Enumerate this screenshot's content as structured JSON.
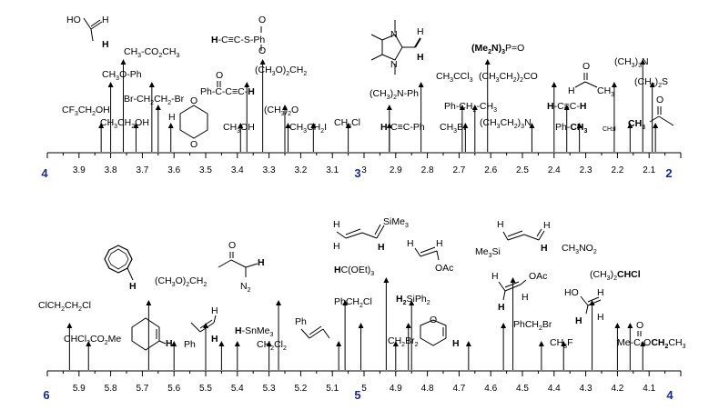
{
  "panels": [
    {
      "axis": {
        "start": 4.0,
        "end": 2.0,
        "major_labels": [
          "4",
          "3",
          "2"
        ],
        "ticks": [
          "3.9",
          "3.8",
          "3.7",
          "3.6",
          "3.5",
          "3.4",
          "3.3",
          "3.2",
          "3.1",
          "3",
          "2.9",
          "2.8",
          "2.7",
          "2.6",
          "2.5",
          "2.4",
          "2.3",
          "2.2",
          "2.1"
        ]
      },
      "peaks": [
        {
          "shift": 3.83,
          "label": "CF3CH2OH",
          "height": 1
        },
        {
          "shift": 3.8,
          "label": "CH3O-Ph",
          "height": 3
        },
        {
          "shift": 3.76,
          "label": "HO-CH=CH2 (vinyl alcohol)",
          "height": 4
        },
        {
          "shift": 3.72,
          "label": "CH3CH2OH",
          "height": 1
        },
        {
          "shift": 3.67,
          "label": "CH3-CO2CH3",
          "height": 3
        },
        {
          "shift": 3.65,
          "label": "Br-CH2CH2-Br",
          "height": 2
        },
        {
          "shift": 3.61,
          "label": "1,4-dioxane",
          "height": 1
        },
        {
          "shift": 3.39,
          "label": "CH3OH",
          "height": 1
        },
        {
          "shift": 3.37,
          "label": "Ph-C(=O)-C≡C-H",
          "height": 3
        },
        {
          "shift": 3.32,
          "label": "H-C≡C-SO2Ph",
          "height": 4
        },
        {
          "shift": 3.25,
          "label": "(CH3O)2CH2",
          "height": 2
        },
        {
          "shift": 3.24,
          "label": "(CH3)2O",
          "height": 1
        },
        {
          "shift": 3.16,
          "label": "CH3CH2I",
          "height": 1
        },
        {
          "shift": 3.05,
          "label": "CH3Cl",
          "height": 1
        },
        {
          "shift": 2.92,
          "label": "(CH3)2N-Ph",
          "height": 2
        },
        {
          "shift": 2.92,
          "label": "H-C≡C-Ph",
          "height": 1
        },
        {
          "shift": 2.82,
          "label": "1,2,4,5-tetramethyl-3-methylideneimidazoline",
          "height": 3
        },
        {
          "shift": 2.69,
          "label": "CH3CCl3",
          "height": 2
        },
        {
          "shift": 2.68,
          "label": "CH3Br",
          "height": 1
        },
        {
          "shift": 2.65,
          "label": "Ph-CH2-CH3",
          "height": 2
        },
        {
          "shift": 2.61,
          "label": "(Me2N)3P=O",
          "height": 4
        },
        {
          "shift": 2.47,
          "label": "(CH3CH2)3N",
          "height": 1
        },
        {
          "shift": 2.4,
          "label": "(CH3CH2)2CO",
          "height": 3
        },
        {
          "shift": 2.36,
          "label": "H-C≡C-H",
          "height": 2
        },
        {
          "shift": 2.32,
          "label": "Ph-CH3",
          "height": 1
        },
        {
          "shift": 2.21,
          "label": "CH3CHO",
          "height": 3
        },
        {
          "shift": 2.16,
          "label": "CH3I",
          "height": 1
        },
        {
          "shift": 2.12,
          "label": "(CH3)3N",
          "height": 4
        },
        {
          "shift": 2.09,
          "label": "(CH3)2S",
          "height": 3
        },
        {
          "shift": 2.08,
          "label": "CH3C(O)CH3 (acetone)",
          "height": 1
        }
      ]
    },
    {
      "axis": {
        "start": 6.0,
        "end": 4.0,
        "major_labels": [
          "6",
          "5",
          "4"
        ],
        "ticks": [
          "5.9",
          "5.8",
          "5.7",
          "5.6",
          "5.5",
          "5.4",
          "5.3",
          "5.2",
          "5.1",
          "5",
          "4.9",
          "4.8",
          "4.7",
          "4.6",
          "4.5",
          "4.4",
          "4.3",
          "4.2",
          "4.1"
        ]
      },
      "peaks": [
        {
          "shift": 5.93,
          "label": "ClCH2CH2Cl",
          "height": 2
        },
        {
          "shift": 5.87,
          "label": "CHCl2CO2Me",
          "height": 1
        },
        {
          "shift": 5.68,
          "label": "cyclooctatetraene",
          "height": 3
        },
        {
          "shift": 5.6,
          "label": "cyclohexene",
          "height": 1
        },
        {
          "shift": 5.5,
          "label": "(CH3O)2CH2",
          "height": 2
        },
        {
          "shift": 5.45,
          "label": "styrene (cis-H)",
          "height": 1
        },
        {
          "shift": 5.4,
          "label": "H-SnMe3",
          "height": 1
        },
        {
          "shift": 5.3,
          "label": "CH2Cl2",
          "height": 1
        },
        {
          "shift": 5.27,
          "label": "CH3C(O)C(N2)H",
          "height": 3
        },
        {
          "shift": 5.08,
          "label": "styrene (trans-H)",
          "height": 1
        },
        {
          "shift": 5.06,
          "label": "HC(OEt)3",
          "height": 3
        },
        {
          "shift": 5.01,
          "label": "PhCH2Cl",
          "height": 2
        },
        {
          "shift": 4.93,
          "label": "CH2=CH-CH=CH-SiMe3",
          "height": 4
        },
        {
          "shift": 4.9,
          "label": "CH2Br2",
          "height": 1
        },
        {
          "shift": 4.86,
          "label": "H2SiPh2",
          "height": 2
        },
        {
          "shift": 4.85,
          "label": "vinyl acetate (cis-H)",
          "height": 3
        },
        {
          "shift": 4.67,
          "label": "3,4-dihydro-2H-pyran",
          "height": 1
        },
        {
          "shift": 4.56,
          "label": "vinyl acetate (trans-H)",
          "height": 2
        },
        {
          "shift": 4.53,
          "label": "Me3Si-CH=CH-CH=CH2",
          "height": 4
        },
        {
          "shift": 4.44,
          "label": "PhCH2Br",
          "height": 1
        },
        {
          "shift": 4.37,
          "label": "CH3F",
          "height": 1
        },
        {
          "shift": 4.28,
          "label": "CH3NO2",
          "height": 3
        },
        {
          "shift": 4.2,
          "label": "HO-CH=CH2 (vinyl alcohol)",
          "height": 2
        },
        {
          "shift": 4.16,
          "label": "(CH3)2CHCl",
          "height": 2
        },
        {
          "shift": 4.12,
          "label": "MeC(O)OCH2CH3",
          "height": 1
        }
      ]
    }
  ],
  "text": {
    "p1_cf3": [
      "CF",
      "3",
      "CH",
      "2",
      "OH"
    ],
    "p1_ch3oph": [
      "CH",
      "3",
      "O-Ph"
    ],
    "p1_ch3co2": [
      "CH",
      "3",
      "-CO",
      "2",
      "CH",
      "3"
    ],
    "p1_brbr": [
      "Br-CH",
      "2",
      "CH",
      "2",
      "-Br"
    ],
    "p1_etoh": [
      "CH",
      "3",
      "CH",
      "2",
      "OH"
    ],
    "p1_ho": "HO",
    "p1_h": "H",
    "p1_ch3oh": [
      "CH",
      "3",
      "OH"
    ],
    "p1_phcc": [
      "Ph-C-C≡C-",
      "H"
    ],
    "p1_hccso": [
      "H",
      "-C≡C-S-Ph"
    ],
    "p1_o": "O",
    "p1_meo2": [
      "(CH",
      "3",
      "O)",
      "2",
      "CH",
      "2"
    ],
    "p1_me2o": [
      "(CH",
      "3",
      ")",
      "2",
      "O"
    ],
    "p1_etI": [
      "CH",
      "3",
      "CH",
      "2",
      "I"
    ],
    "p1_mecl": [
      "CH",
      "3",
      "Cl"
    ],
    "p1_me2nph": [
      "(CH",
      "3",
      ")",
      "2",
      "N-Ph"
    ],
    "p1_hccph": [
      "H",
      "-C≡C-Ph"
    ],
    "p1_n": "N",
    "p1_ccl3": [
      "CH",
      "3",
      "CCl",
      "3"
    ],
    "p1_mebr": [
      "CH",
      "3",
      "Br"
    ],
    "p1_phet": [
      "Ph-CH",
      "2",
      "-CH",
      "3"
    ],
    "p1_hmpa": [
      "(Me",
      "2",
      "N)",
      "3",
      "P=O"
    ],
    "p1_et3n": [
      "(CH",
      "3",
      "CH",
      "2",
      ")",
      "3",
      "N"
    ],
    "p1_et2co": [
      "(CH",
      "3",
      "CH",
      "2",
      ")",
      "2",
      "CO"
    ],
    "p1_hcch": [
      "H",
      "-C≡C-",
      "H"
    ],
    "p1_phme": [
      "Ph-",
      "CH",
      "3"
    ],
    "p1_mei": [
      "CH",
      "3",
      "I"
    ],
    "p1_me3n": [
      "(CH",
      "3",
      ")",
      "3",
      "N"
    ],
    "p1_me2s": [
      "(CH",
      "3",
      ")",
      "2",
      "S"
    ],
    "p1_ch3": [
      "CH",
      "3"
    ],
    "p2_clcl": [
      "ClCH",
      "2",
      "CH",
      "2",
      "Cl"
    ],
    "p2_chcl2": [
      "CHCl",
      "2",
      "CO",
      "2",
      "Me"
    ],
    "p2_meo2": [
      "(CH",
      "3",
      "O)",
      "2",
      "CH",
      "2"
    ],
    "p2_ph": "Ph",
    "p2_hsn": [
      "H",
      "-SnMe",
      "3"
    ],
    "p2_ch2cl2": [
      "CH",
      "2",
      "Cl",
      "2"
    ],
    "p2_n2": [
      "N",
      "2"
    ],
    "p2_sime3": [
      "SiMe",
      "3"
    ],
    "p2_horth": [
      "H",
      "C(OEt)",
      "3"
    ],
    "p2_phch2cl": [
      "PhCH",
      "2",
      "Cl"
    ],
    "p2_ch2br2": [
      "CH",
      "2",
      "Br",
      "2"
    ],
    "p2_h2si": [
      "H",
      "2",
      "SiPh",
      "2"
    ],
    "p2_oac": "OAc",
    "p2_me3si": [
      "Me",
      "3",
      "Si"
    ],
    "p2_phch2br": [
      "PhCH",
      "2",
      "Br"
    ],
    "p2_ch3f": [
      "CH",
      "3",
      "F"
    ],
    "p2_ch3no2": [
      "CH",
      "3",
      "NO",
      "2"
    ],
    "p2_me2chcl": [
      "(CH",
      "3",
      ")",
      "2",
      "CHCl"
    ],
    "p2_etoac": [
      "Me-C-O",
      "CH",
      "2",
      "CH",
      "3"
    ],
    "p2_ho": "HO",
    "p2_h": "H"
  }
}
